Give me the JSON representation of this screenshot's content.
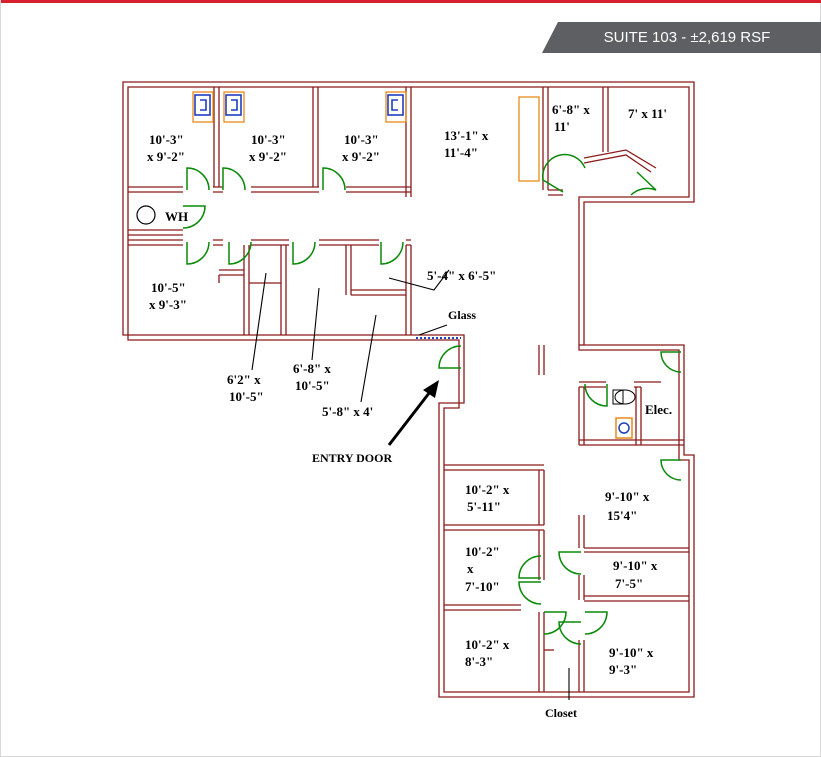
{
  "header": {
    "suite_label": "SUITE 103 - ±2,619 RSF"
  },
  "colors": {
    "accent": "#d6202e",
    "banner": "#5d5f62",
    "wall": "#8b1a1a",
    "door": "#0a8a0a",
    "fixture": "#1f3fbf",
    "cabinet": "#e88a1a"
  },
  "rooms": [
    {
      "id": "office-1",
      "lines": [
        "10'-3\"",
        "x 9'-2\""
      ]
    },
    {
      "id": "office-2",
      "lines": [
        "10'-3\"",
        "x 9'-2\""
      ]
    },
    {
      "id": "office-3",
      "lines": [
        "10'-3\"",
        "x 9'-2\""
      ]
    },
    {
      "id": "conference",
      "lines": [
        "13'-1\" x",
        "11'-4\""
      ]
    },
    {
      "id": "room-6-8",
      "lines": [
        "6'-8\" x",
        "11'"
      ]
    },
    {
      "id": "room-7x11",
      "lines": [
        "7' x 11'"
      ]
    },
    {
      "id": "water-heater",
      "lines": [
        "WH"
      ]
    },
    {
      "id": "office-4",
      "lines": [
        "10'-5\"",
        "x 9'-3\""
      ]
    },
    {
      "id": "storage-5-4",
      "lines": [
        "5'-4\" x 6'-5\""
      ]
    },
    {
      "id": "room-6-2",
      "lines": [
        "6'2\" x",
        "10'-5\""
      ]
    },
    {
      "id": "room-6-8b",
      "lines": [
        "6'-8\" x",
        "10'-5\""
      ]
    },
    {
      "id": "room-5-8",
      "lines": [
        "5'-8\" x 4'"
      ]
    },
    {
      "id": "electrical",
      "lines": [
        "Elec."
      ]
    },
    {
      "id": "office-5",
      "lines": [
        "10'-2\" x",
        "5'-11\""
      ]
    },
    {
      "id": "office-6",
      "lines": [
        "9'-10\" x",
        "15'4\""
      ]
    },
    {
      "id": "office-7",
      "lines": [
        "10'-2\"",
        "x",
        "7'-10\""
      ]
    },
    {
      "id": "office-8",
      "lines": [
        "9'-10\" x",
        "7'-5\""
      ]
    },
    {
      "id": "office-9",
      "lines": [
        "10'-2\" x",
        "8'-3\""
      ]
    },
    {
      "id": "office-10",
      "lines": [
        "9'-10\" x",
        "9'-3\""
      ]
    }
  ],
  "annotations": {
    "glass": "Glass",
    "entry_door": "ENTRY DOOR",
    "closet": "Closet"
  }
}
